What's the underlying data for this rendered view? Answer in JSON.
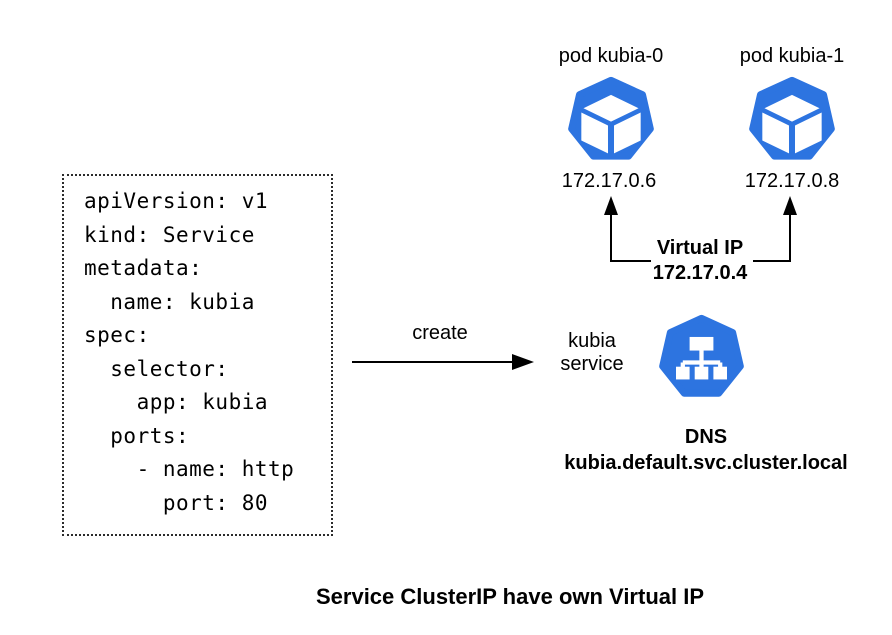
{
  "colors": {
    "kubernetes_blue": "#2D74E0",
    "line_black": "#000000"
  },
  "manifest_box": {
    "yaml": "apiVersion: v1\nkind: Service\nmetadata:\n  name: kubia\nspec:\n  selector:\n    app: kubia\n  ports:\n    - name: http\n      port: 80"
  },
  "create_arrow": {
    "label": "create"
  },
  "pods": [
    {
      "label": "pod kubia-0",
      "ip": "172.17.0.6",
      "icon": "pod-icon"
    },
    {
      "label": "pod kubia-1",
      "ip": "172.17.0.8",
      "icon": "pod-icon"
    }
  ],
  "virtual_ip": {
    "title": "Virtual IP",
    "address": "172.17.0.4"
  },
  "service": {
    "label": "kubia\nservice",
    "icon": "service-icon",
    "dns_title": "DNS",
    "dns_name": "kubia.default.svc.cluster.local"
  },
  "caption": "Service ClusterIP have own Virtual IP"
}
